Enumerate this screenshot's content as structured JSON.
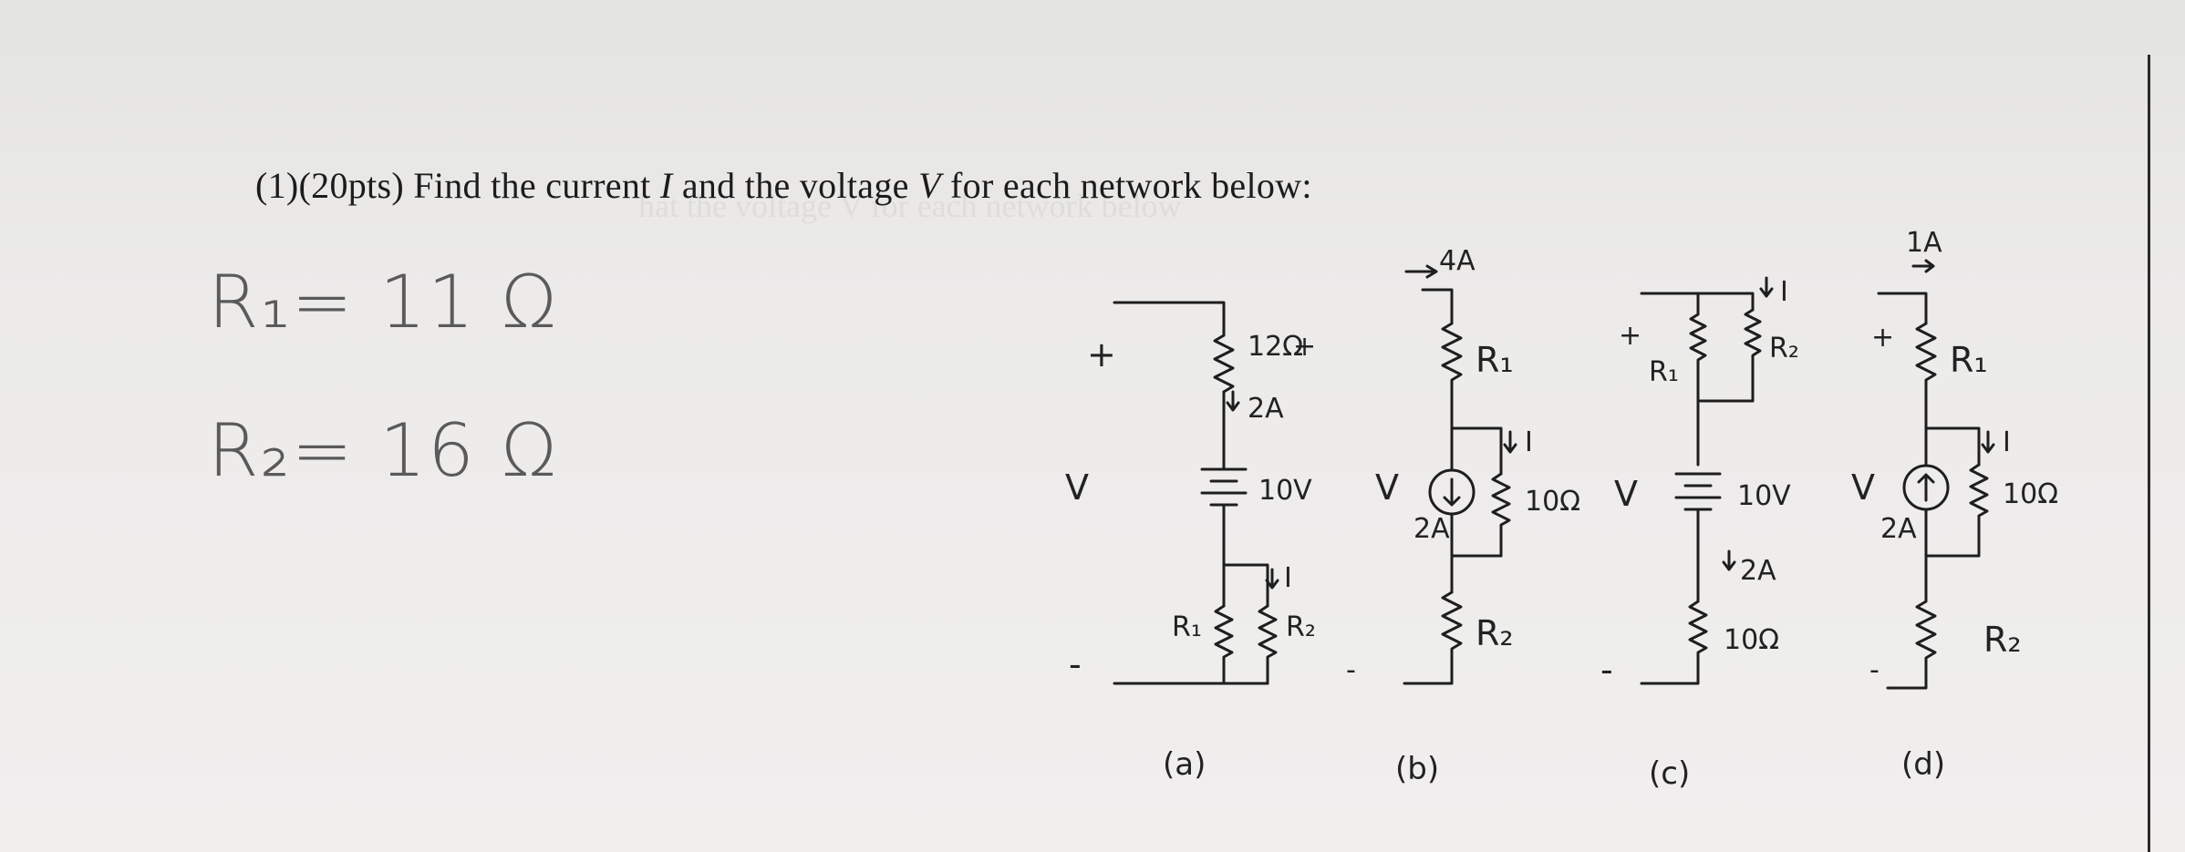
{
  "problem": {
    "number": "(1)(20pts)",
    "text_before_I": "Find the current",
    "var_I": "I",
    "text_mid": "and the voltage",
    "var_V": "V",
    "text_after": "for each network below:"
  },
  "given": {
    "r1": "R₁= 11 Ω",
    "r2": "R₂= 16 Ω"
  },
  "circuits": {
    "a": {
      "caption": "(a)",
      "plus": "+",
      "v": "V",
      "minus": "-",
      "resistor_top": "12Ω",
      "resistor_top_plus": "+",
      "current_top": "2A",
      "battery": "10V",
      "current_i": "I",
      "r1": "R₁",
      "r2": "R₂",
      "minus_right": "-"
    },
    "b": {
      "caption": "(b)",
      "current_top": "4A",
      "r1": "R₁",
      "v": "V",
      "source": "2A",
      "current_i": "I",
      "resistor_mid": "10Ω",
      "r2": "R₂"
    },
    "c": {
      "caption": "(c)",
      "plus": "+",
      "r1": "R₁",
      "r2": "R₂",
      "current_i": "I",
      "v": "V",
      "battery": "10V",
      "current_mid": "2A",
      "resistor_bot": "10Ω",
      "minus": "-"
    },
    "d": {
      "caption": "(d)",
      "current_top": "1A",
      "plus": "+",
      "r1": "R₁",
      "current_i": "I",
      "resistor_mid": "10Ω",
      "v": "V",
      "source": "2A",
      "minus": "-",
      "r2": "R₂"
    }
  }
}
